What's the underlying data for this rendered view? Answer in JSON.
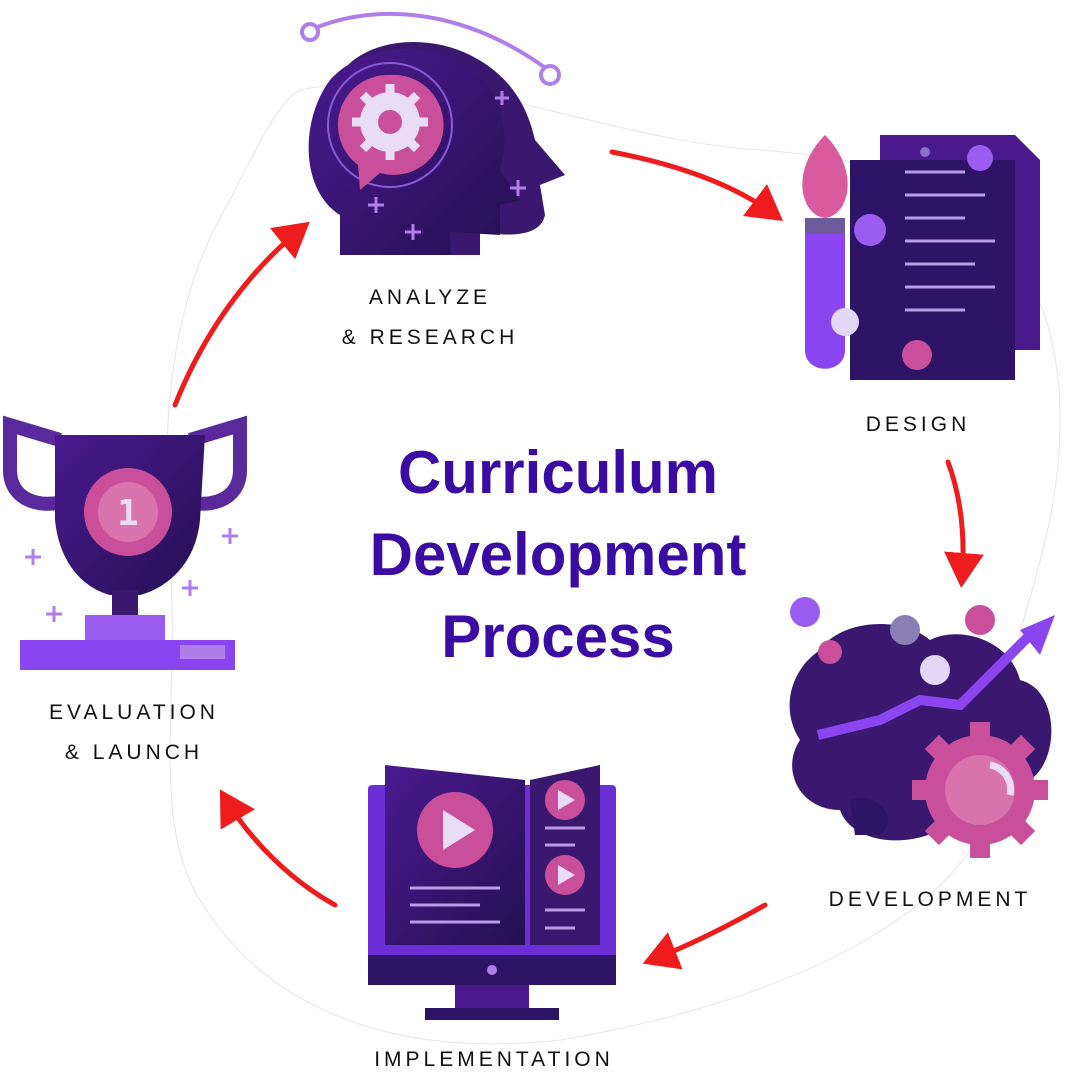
{
  "title": {
    "line1": "Curriculum",
    "line2": "Development",
    "line3": "Process"
  },
  "steps": [
    {
      "line1": "ANALYZE",
      "line2": "& RESEARCH",
      "icon": "head-gear-icon"
    },
    {
      "line1": "DESIGN",
      "icon": "paintbrush-document-icon"
    },
    {
      "line1": "DEVELOPMENT",
      "icon": "brain-gear-growth-icon"
    },
    {
      "line1": "IMPLEMENTATION",
      "icon": "monitor-video-book-icon"
    },
    {
      "line1": "EVALUATION",
      "line2": "& LAUNCH",
      "icon": "trophy-icon"
    }
  ],
  "trophy_badge": "1",
  "colors": {
    "title": "#3a0ca3",
    "arrow": "#ee1c1c",
    "dark": "#2d1466",
    "purple": "#7b3fe4",
    "pink": "#c94f9b",
    "lavender": "#d9c8f5"
  }
}
